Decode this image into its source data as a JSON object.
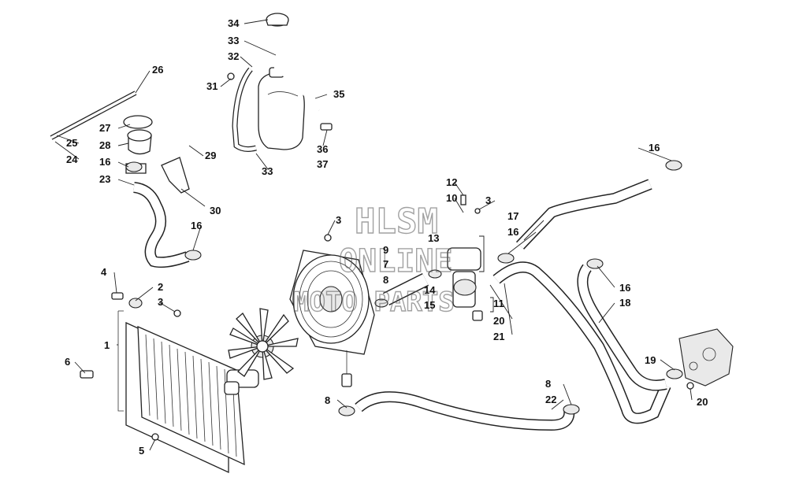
{
  "watermark": {
    "line1": "HLSM",
    "line2": "ONLINE",
    "line3": "MOTO PARTS"
  },
  "callouts": {
    "c1": "1",
    "c2": "2",
    "c3a": "3",
    "c3b": "3",
    "c3c": "3",
    "c4": "4",
    "c5": "5",
    "c6": "6",
    "c7": "7",
    "c8a": "8",
    "c8b": "8",
    "c8c": "8",
    "c9": "9",
    "c11": "11",
    "c12": "12",
    "c13": "13",
    "c14": "14",
    "c15": "15",
    "c16a": "16",
    "c16b": "16",
    "c16c": "16",
    "c16d": "16",
    "c16e": "16",
    "c17": "17",
    "c18": "18",
    "c19": "19",
    "c20a": "20",
    "c20b": "20",
    "c21": "21",
    "c22": "22",
    "c23": "23",
    "c24": "24",
    "c25": "25",
    "c26": "26",
    "c27": "27",
    "c28": "28",
    "c29": "29",
    "c30": "30",
    "c31": "31",
    "c32": "32",
    "c33a": "33",
    "c33b": "33",
    "c34": "34",
    "c35": "35",
    "c36": "36",
    "c37": "37",
    "c10": "10"
  }
}
